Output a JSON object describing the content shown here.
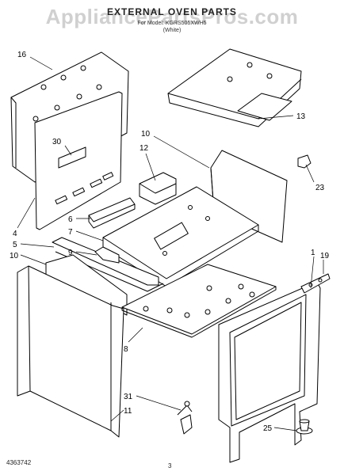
{
  "header": {
    "watermark": "AppliancePartsPros.com",
    "title": "EXTERNAL OVEN PARTS",
    "subtitle_line1": "For Model: KGRS505XWH5",
    "subtitle_line2": "(White)"
  },
  "footer": {
    "doc_number": "4363742",
    "page_number": "3"
  },
  "callouts": [
    {
      "id": "c16",
      "label": "16"
    },
    {
      "id": "c13",
      "label": "13"
    },
    {
      "id": "c30",
      "label": "30"
    },
    {
      "id": "c10a",
      "label": "10"
    },
    {
      "id": "c12",
      "label": "12"
    },
    {
      "id": "c23",
      "label": "23"
    },
    {
      "id": "c4",
      "label": "4"
    },
    {
      "id": "c6",
      "label": "6"
    },
    {
      "id": "c7",
      "label": "7"
    },
    {
      "id": "c5",
      "label": "5"
    },
    {
      "id": "c9",
      "label": "9"
    },
    {
      "id": "c10b",
      "label": "10"
    },
    {
      "id": "c1",
      "label": "1"
    },
    {
      "id": "c19",
      "label": "19"
    },
    {
      "id": "c8",
      "label": "8"
    },
    {
      "id": "c31",
      "label": "31"
    },
    {
      "id": "c11",
      "label": "11"
    },
    {
      "id": "c25",
      "label": "25"
    }
  ],
  "colors": {
    "line": "#000000",
    "background": "#ffffff",
    "watermark": "#aaaaaa"
  }
}
